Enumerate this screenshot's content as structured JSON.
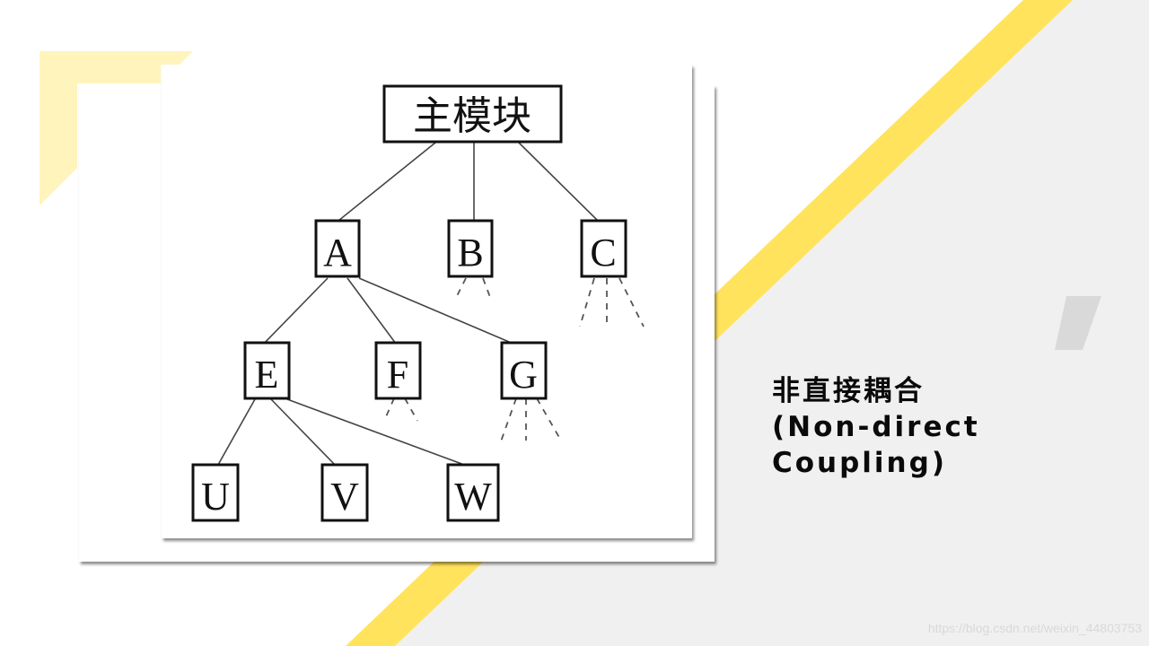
{
  "slide": {
    "title_lines": [
      "非直接耦合",
      "(Non-direct",
      "Coupling)"
    ],
    "watermark": "https://blog.csdn.net/weixin_44803753",
    "colors": {
      "background_left": "#ffffff",
      "background_right": "#f0f0f0",
      "stripe_yellow": "#ffe35c",
      "corner_bracket": "#fef4bc",
      "quote_mark": "#d9d9d9",
      "title_text": "#0a0a0a"
    }
  },
  "diagram": {
    "root": "主模块",
    "nodes": {
      "root": "主模块",
      "A": "A",
      "B": "B",
      "C": "C",
      "E": "E",
      "F": "F",
      "G": "G",
      "U": "U",
      "V": "V",
      "W": "W"
    },
    "edges": [
      [
        "主模块",
        "A"
      ],
      [
        "主模块",
        "B"
      ],
      [
        "主模块",
        "C"
      ],
      [
        "A",
        "E"
      ],
      [
        "A",
        "F"
      ],
      [
        "A",
        "G"
      ],
      [
        "E",
        "U"
      ],
      [
        "E",
        "V"
      ],
      [
        "E",
        "W"
      ]
    ],
    "dashed_stubs": {
      "B": 2,
      "C": 3,
      "F": 2,
      "G": 3
    }
  }
}
